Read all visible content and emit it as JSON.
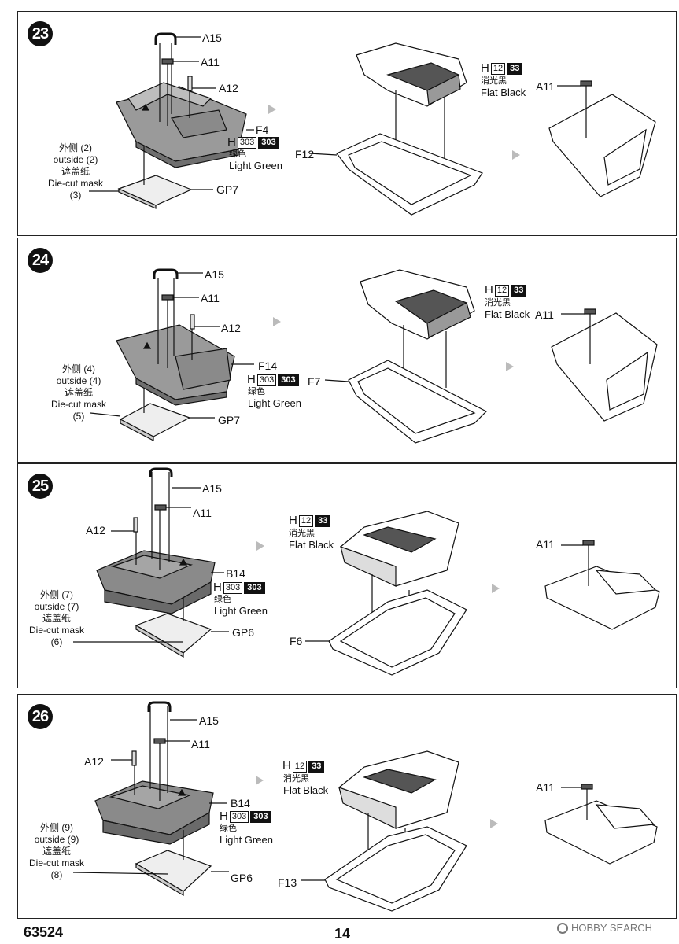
{
  "page_number": "14",
  "kit_number": "63524",
  "watermark": "HOBBY SEARCH",
  "steps": [
    {
      "number": "23",
      "parts": [
        "A15",
        "A11",
        "A12",
        "F4",
        "GP7",
        "F12",
        "A11"
      ],
      "main_part": "F4",
      "main_code": {
        "prefix": "H",
        "box": "303",
        "dark": "303",
        "color_cn": "绿色",
        "color_en": "Light Green"
      },
      "box_code": {
        "prefix": "H",
        "box": "12",
        "dark": "33",
        "color_cn": "消光黑",
        "color_en": "Flat Black"
      },
      "frame_part": "F12",
      "mask_part": "GP7",
      "note": {
        "l1": "外侧 (2)",
        "l2": "outside (2)",
        "l3": "遮盖纸",
        "l4": "Die-cut mask",
        "l5": "(3)"
      }
    },
    {
      "number": "24",
      "parts": [
        "A15",
        "A11",
        "A12",
        "F14",
        "GP7",
        "F7",
        "A11"
      ],
      "main_part": "F14",
      "main_code": {
        "prefix": "H",
        "box": "303",
        "dark": "303",
        "color_cn": "绿色",
        "color_en": "Light Green"
      },
      "box_code": {
        "prefix": "H",
        "box": "12",
        "dark": "33",
        "color_cn": "消光黑",
        "color_en": "Flat Black"
      },
      "frame_part": "F7",
      "mask_part": "GP7",
      "note": {
        "l1": "外侧 (4)",
        "l2": "outside (4)",
        "l3": "遮盖纸",
        "l4": "Die-cut mask",
        "l5": "(5)"
      }
    },
    {
      "number": "25",
      "parts": [
        "A15",
        "A11",
        "A12",
        "B14",
        "GP6",
        "F6",
        "A11"
      ],
      "main_part": "B14",
      "main_code": {
        "prefix": "H",
        "box": "303",
        "dark": "303",
        "color_cn": "绿色",
        "color_en": "Light Green"
      },
      "box_code": {
        "prefix": "H",
        "box": "12",
        "dark": "33",
        "color_cn": "消光黑",
        "color_en": "Flat Black"
      },
      "frame_part": "F6",
      "mask_part": "GP6",
      "note": {
        "l1": "外侧 (7)",
        "l2": "outside (7)",
        "l3": "遮盖纸",
        "l4": "Die-cut mask",
        "l5": "(6)"
      }
    },
    {
      "number": "26",
      "parts": [
        "A15",
        "A11",
        "A12",
        "B14",
        "GP6",
        "F13",
        "A11"
      ],
      "main_part": "B14",
      "main_code": {
        "prefix": "H",
        "box": "303",
        "dark": "303",
        "color_cn": "绿色",
        "color_en": "Light Green"
      },
      "box_code": {
        "prefix": "H",
        "box": "12",
        "dark": "33",
        "color_cn": "消光黑",
        "color_en": "Flat Black"
      },
      "frame_part": "F13",
      "mask_part": "GP6",
      "note": {
        "l1": "外侧 (9)",
        "l2": "outside (9)",
        "l3": "遮盖纸",
        "l4": "Die-cut mask",
        "l5": "(8)"
      }
    }
  ],
  "colors": {
    "ink": "#111111",
    "part_gray": "#9a9a9a",
    "part_dark": "#555555",
    "light_part": "#eeeeee",
    "arrow_gray": "#bbbbbb"
  }
}
